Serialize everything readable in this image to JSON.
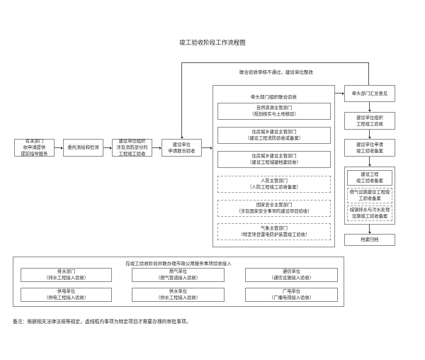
{
  "title": "竣工验收阶段工作流程图",
  "flow": {
    "b1": [
      "有关部门",
      "依申请提供",
      "提前指导服务"
    ],
    "b2": "委托测绘和检测",
    "b3": [
      "建设单位组织",
      "涉及消防部分的",
      "工程竣工验收"
    ],
    "b4": [
      "建设单位",
      "申请联合验收"
    ]
  },
  "feedback_label": "联合验收审核不通过，建设单位整改",
  "joint": {
    "title": "牵头部门组织联合验收",
    "items": [
      {
        "name": "自然资源主管部门",
        "desc": "（规划核实与土地核验）"
      },
      {
        "name": "住房城乡建设主管部门",
        "desc": "（建设工程消防验收或备案）"
      },
      {
        "name": "住房城乡建设主管部门",
        "desc": "（建设工程城建档案验收）"
      },
      {
        "name": "人防主管部门",
        "desc": "（人防工程竣工验收备案）"
      },
      {
        "name": "国家安全主管部门",
        "desc": "（涉及国家安全事项的建设项目验收）"
      },
      {
        "name": "气象主管部门",
        "desc": "（特定项目雷电防护装置竣工验收）"
      }
    ]
  },
  "right": {
    "r1": "牵头部门汇总意见",
    "r2": [
      "建设单位组织",
      "工程竣工验收"
    ],
    "r3": [
      "建设单位申请",
      "竣工验收备案"
    ],
    "g1": [
      "建设工程",
      "竣工验收备案"
    ],
    "g2": [
      "燃气设施建设工程竣",
      "工验收备案"
    ],
    "g3": [
      "城镇排水与污水处理",
      "设施竣工验收备案"
    ],
    "r4": "档案归档"
  },
  "utility": {
    "title": "在竣工验收阶段并联办理市政公用服务事项验收接入",
    "items": [
      {
        "name": "排水部门",
        "desc": "（排水工程接入验收）"
      },
      {
        "name": "燃气单位",
        "desc": "（燃气管道接入验收）"
      },
      {
        "name": "通信单位",
        "desc": "（通信设施接入验收）"
      },
      {
        "name": "供电单位",
        "desc": "（供电工程接入验收）"
      },
      {
        "name": "供水单位",
        "desc": "（供水工程接入验收）"
      },
      {
        "name": "广电单位",
        "desc": "（广播电视接入验收）"
      }
    ]
  },
  "note": "备注：根据相关法律法规等规定，虚线框内事项为特定项目才需要办理的审批事项。"
}
